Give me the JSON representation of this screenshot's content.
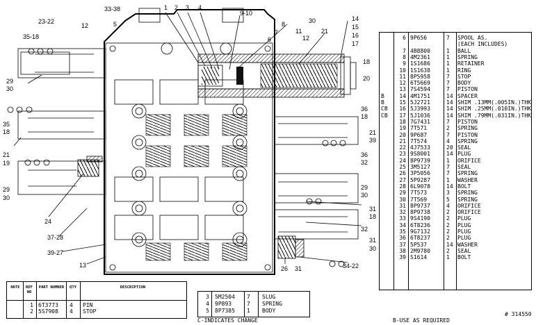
{
  "drawing_number": "# 314550",
  "footnotes": {
    "c_indicates_change": "C-INDICATES CHANGE",
    "b_use_as_required": "B-USE AS REQUIRED"
  },
  "left_table": {
    "headers": [
      "NOTE",
      "REF NO",
      "PART NUMBER",
      "QTY",
      "DESCRIPTION"
    ],
    "rows": [
      {
        "note": "",
        "ref": "1",
        "part": "6T3773",
        "qty": "4",
        "desc": "PIN"
      },
      {
        "note": "",
        "ref": "2",
        "part": "5S7908",
        "qty": "4",
        "desc": "STOP"
      }
    ]
  },
  "bottom_list": [
    {
      "ref": "3",
      "part": "5M2504",
      "qty": "7",
      "desc": "SLUG"
    },
    {
      "ref": "4",
      "part": "9P893",
      "qty": "7",
      "desc": "SPRING"
    },
    {
      "ref": "5",
      "part": "8P7385",
      "qty": "1",
      "desc": "BODY"
    }
  ],
  "parts_list": [
    {
      "note": "",
      "ref": "6",
      "part": "9P656",
      "qty": "7",
      "desc": "SPOOL AS."
    },
    {
      "note": "",
      "ref": "",
      "part": "",
      "qty": "",
      "desc": "(EACH INCLUDES)"
    },
    {
      "note": "",
      "ref": "7",
      "part": "4B8800",
      "qty": "1",
      "desc": "BALL"
    },
    {
      "note": "",
      "ref": "8",
      "part": "4M2361",
      "qty": "1",
      "desc": "SPRING"
    },
    {
      "note": "",
      "ref": "9",
      "part": "1S1686",
      "qty": "1",
      "desc": "RETAINER"
    },
    {
      "note": "",
      "ref": "10",
      "part": "1S1638",
      "qty": "1",
      "desc": "RING"
    },
    {
      "note": "",
      "ref": "11",
      "part": "8P5958",
      "qty": "7",
      "desc": "STOP"
    },
    {
      "note": "",
      "ref": "12",
      "part": "6T5669",
      "qty": "7",
      "desc": "BODY"
    },
    {
      "note": "",
      "ref": "13",
      "part": "7S4594",
      "qty": "7",
      "desc": "PISTON"
    },
    {
      "note": "B",
      "ref": "14",
      "part": "4M1751",
      "qty": "14",
      "desc": "SPACER"
    },
    {
      "note": "B",
      "ref": "15",
      "part": "5J2721",
      "qty": "14",
      "desc": "SHIM .13MM(.005IN.)THK"
    },
    {
      "note": "CB",
      "ref": "16",
      "part": "5J3993",
      "qty": "14",
      "desc": "SHIM .25MM(.010IN.)THK"
    },
    {
      "note": "CB",
      "ref": "17",
      "part": "5J1036",
      "qty": "14",
      "desc": "SHIM .79MM(.031IN.)THK"
    },
    {
      "note": "",
      "ref": "18",
      "part": "7G7431",
      "qty": "7",
      "desc": "PISTON"
    },
    {
      "note": "",
      "ref": "19",
      "part": "7T571",
      "qty": "2",
      "desc": "SPRING"
    },
    {
      "note": "",
      "ref": "20",
      "part": "9P687",
      "qty": "7",
      "desc": "PISTON"
    },
    {
      "note": "",
      "ref": "21",
      "part": "7T574",
      "qty": "4",
      "desc": "SPRING"
    },
    {
      "note": "",
      "ref": "22",
      "part": "4J7533",
      "qty": "20",
      "desc": "SEAL"
    },
    {
      "note": "",
      "ref": "23",
      "part": "9S8001",
      "qty": "14",
      "desc": "PLUG"
    },
    {
      "note": "",
      "ref": "24",
      "part": "8P9739",
      "qty": "1",
      "desc": "ORIFICE"
    },
    {
      "note": "",
      "ref": "25",
      "part": "3M5127",
      "qty": "7",
      "desc": "SEAL"
    },
    {
      "note": "",
      "ref": "26",
      "part": "3P5056",
      "qty": "7",
      "desc": "SPRING"
    },
    {
      "note": "",
      "ref": "27",
      "part": "5P9287",
      "qty": "1",
      "desc": "WASHER"
    },
    {
      "note": "",
      "ref": "28",
      "part": "6L9078",
      "qty": "14",
      "desc": "BOLT"
    },
    {
      "note": "",
      "ref": "29",
      "part": "7T573",
      "qty": "3",
      "desc": "SPRING"
    },
    {
      "note": "",
      "ref": "30",
      "part": "7T569",
      "qty": "5",
      "desc": "SPRING"
    },
    {
      "note": "",
      "ref": "31",
      "part": "8P9737",
      "qty": "4",
      "desc": "ORIFICE"
    },
    {
      "note": "",
      "ref": "32",
      "part": "8P9738",
      "qty": "2",
      "desc": "ORIFICE"
    },
    {
      "note": "",
      "ref": "33",
      "part": "9S4190",
      "qty": "2",
      "desc": "PLUG"
    },
    {
      "note": "",
      "ref": "34",
      "part": "6T8236",
      "qty": "2",
      "desc": "PLUG"
    },
    {
      "note": "",
      "ref": "35",
      "part": "9G7132",
      "qty": "2",
      "desc": "PLUG"
    },
    {
      "note": "",
      "ref": "36",
      "part": "6T8237",
      "qty": "2",
      "desc": "PLUG"
    },
    {
      "note": "",
      "ref": "37",
      "part": "5P537",
      "qty": "14",
      "desc": "WASHER"
    },
    {
      "note": "",
      "ref": "38",
      "part": "2M9780",
      "qty": "2",
      "desc": "SEAL"
    },
    {
      "note": "",
      "ref": "39",
      "part": "S1614",
      "qty": "1",
      "desc": "BOLT"
    }
  ],
  "callouts": {
    "top": [
      "33-38",
      "1",
      "2",
      "3",
      "4",
      "5",
      "9-10",
      "8",
      "7",
      "6",
      "11",
      "12",
      "30",
      "21",
      "14",
      "15",
      "16",
      "17"
    ],
    "left": [
      "23-22",
      "12",
      "35-18",
      "29",
      "30",
      "35",
      "18",
      "21",
      "19",
      "29",
      "30",
      "24",
      "37-28",
      "39-27",
      "13"
    ],
    "right": [
      "18",
      "20",
      "36",
      "18",
      "21",
      "39",
      "36",
      "32",
      "29",
      "30",
      "31",
      "18",
      "32",
      "31",
      "30",
      "34-22",
      "26",
      "31"
    ]
  }
}
